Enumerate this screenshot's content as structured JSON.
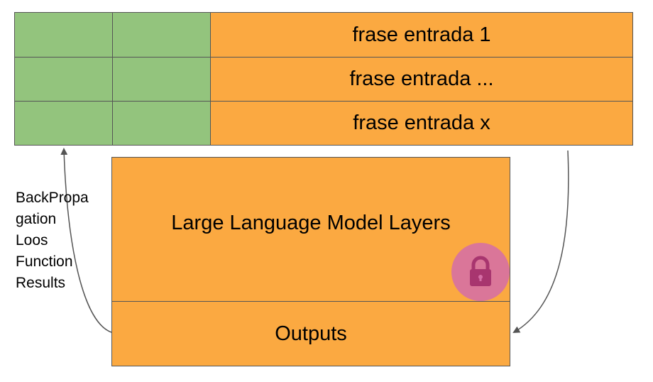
{
  "table": {
    "rows": [
      {
        "label": "frase entrada 1"
      },
      {
        "label": "frase entrada ..."
      },
      {
        "label": "frase entrada x"
      }
    ]
  },
  "model": {
    "layers_label": "Large Language Model Layers",
    "outputs_label": "Outputs",
    "lock_icon": "lock-icon"
  },
  "feedback": {
    "label": "BackPropa\ngation\nLoos\nFunction\nResults"
  },
  "colors": {
    "trainable": "#93c47d",
    "frozen": "#fba941",
    "lock": "#d56ea5"
  }
}
